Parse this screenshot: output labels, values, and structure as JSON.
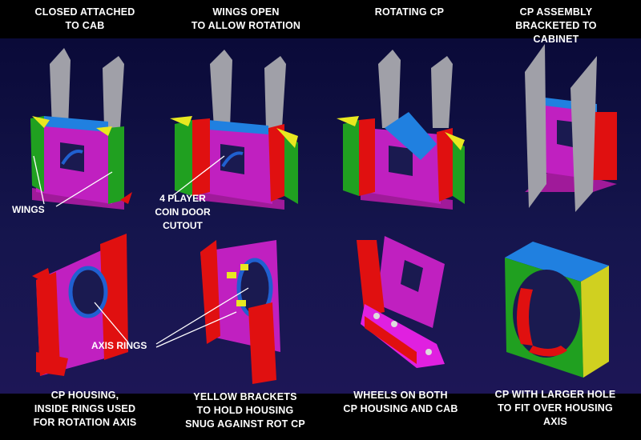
{
  "top_captions": [
    {
      "line1": "CLOSED ATTACHED",
      "line2": "TO CAB",
      "line3": ""
    },
    {
      "line1": "WINGS OPEN",
      "line2": "TO ALLOW ROTATION",
      "line3": ""
    },
    {
      "line1": "ROTATING CP",
      "line2": "",
      "line3": ""
    },
    {
      "line1": "CP ASSEMBLY",
      "line2": "BRACKETED TO",
      "line3": "CABINET"
    }
  ],
  "bottom_captions": [
    {
      "line1": "CP HOUSING,",
      "line2": "INSIDE RINGS USED",
      "line3": "FOR ROTATION AXIS"
    },
    {
      "line1": "YELLOW BRACKETS",
      "line2": "TO HOLD HOUSING",
      "line3": "SNUG AGAINST ROT CP"
    },
    {
      "line1": "WHEELS ON BOTH",
      "line2": "CP HOUSING AND CAB",
      "line3": ""
    },
    {
      "line1": "CP WITH LARGER HOLE",
      "line2": "TO FIT OVER HOUSING",
      "line3": "AXIS"
    }
  ],
  "callouts": {
    "wings": "WINGS",
    "coin_door": {
      "line1": "4 PLAYER",
      "line2": "COIN DOOR",
      "line3": "CUTOUT"
    },
    "axis_rings": "AXIS RINGS"
  },
  "colors": {
    "magenta": "#c020c0",
    "gray": "#a0a0a8",
    "green": "#20a020",
    "red": "#e01010",
    "blue": "#2080e0",
    "yellow": "#e8e820",
    "navy": "#12124a"
  }
}
